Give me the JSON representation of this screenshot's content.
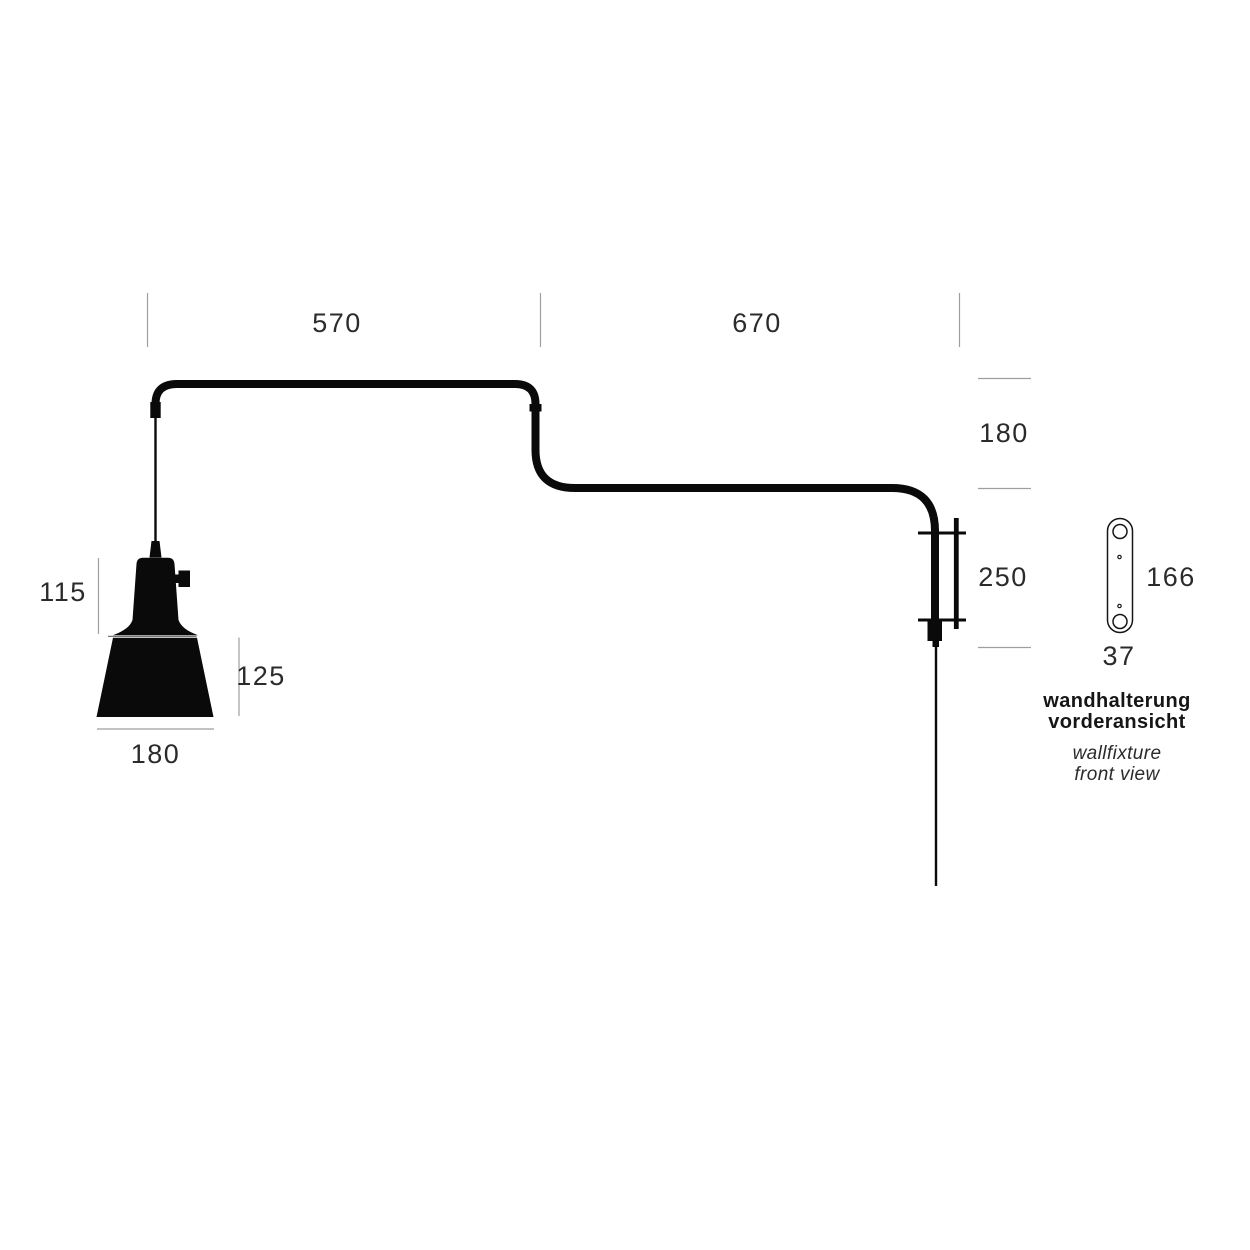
{
  "labels": {
    "dim_570": "570",
    "dim_670": "670",
    "dim_180_drop": "180",
    "dim_250": "250",
    "dim_115": "115",
    "dim_125": "125",
    "dim_180_shade": "180",
    "dim_166": "166",
    "dim_37": "37"
  },
  "caption": {
    "de_line1": "wandhalterung",
    "de_line2": "vorderansicht",
    "en_line1": "wallfixture",
    "en_line2": "front view"
  },
  "colors": {
    "ink": "#0a0a0a",
    "dim_line": "#9e9e9e",
    "label_text": "#2b2b2b",
    "background": "#ffffff"
  }
}
